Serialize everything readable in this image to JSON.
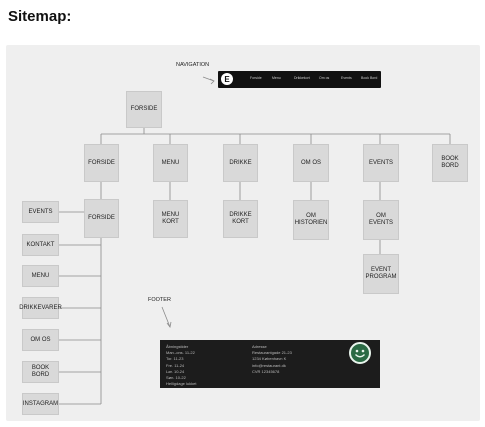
{
  "title": "Sitemap:",
  "annotations": {
    "navigation": "NAVIGATION",
    "footer": "FOOTER"
  },
  "navbar": {
    "logo": "E",
    "items": [
      "Forside",
      "Menu",
      "Drikkekort",
      "Om os",
      "Events",
      "Book Bord"
    ]
  },
  "nodes": {
    "forside_root": "FORSIDE",
    "level1": [
      "FORSIDE",
      "MENU",
      "DRIKKE",
      "OM OS",
      "EVENTS",
      "BOOK BORD"
    ],
    "level2": [
      "FORSIDE",
      "MENU KORT",
      "DRIKKE KORT",
      "OM HISTORIEN",
      "OM EVENTS"
    ],
    "event_program": "EVENT PROGRAM",
    "forside_sections": [
      "EVENTS",
      "KONTAKT",
      "MENU",
      "DRIKKEVARER",
      "OM OS",
      "BOOK BORD",
      "INSTAGRAM"
    ]
  },
  "footer": {
    "col1": [
      "Åbningstider",
      "Man.-ons. 11-22",
      "Tor. 11-23",
      "Fre. 11-24",
      "Lør. 10-24",
      "Søn. 10-22",
      "Helligdage lukket"
    ],
    "col2": [
      "Adresse",
      "Restaurantgade 21-23",
      "1234 København K",
      "info@restaurant.dk",
      "CVR 12345678"
    ]
  },
  "colors": {
    "node": "#d9d9d9",
    "canvas": "#efefef",
    "footer": "#1c1c1c",
    "smiley": "#2a6a44"
  }
}
